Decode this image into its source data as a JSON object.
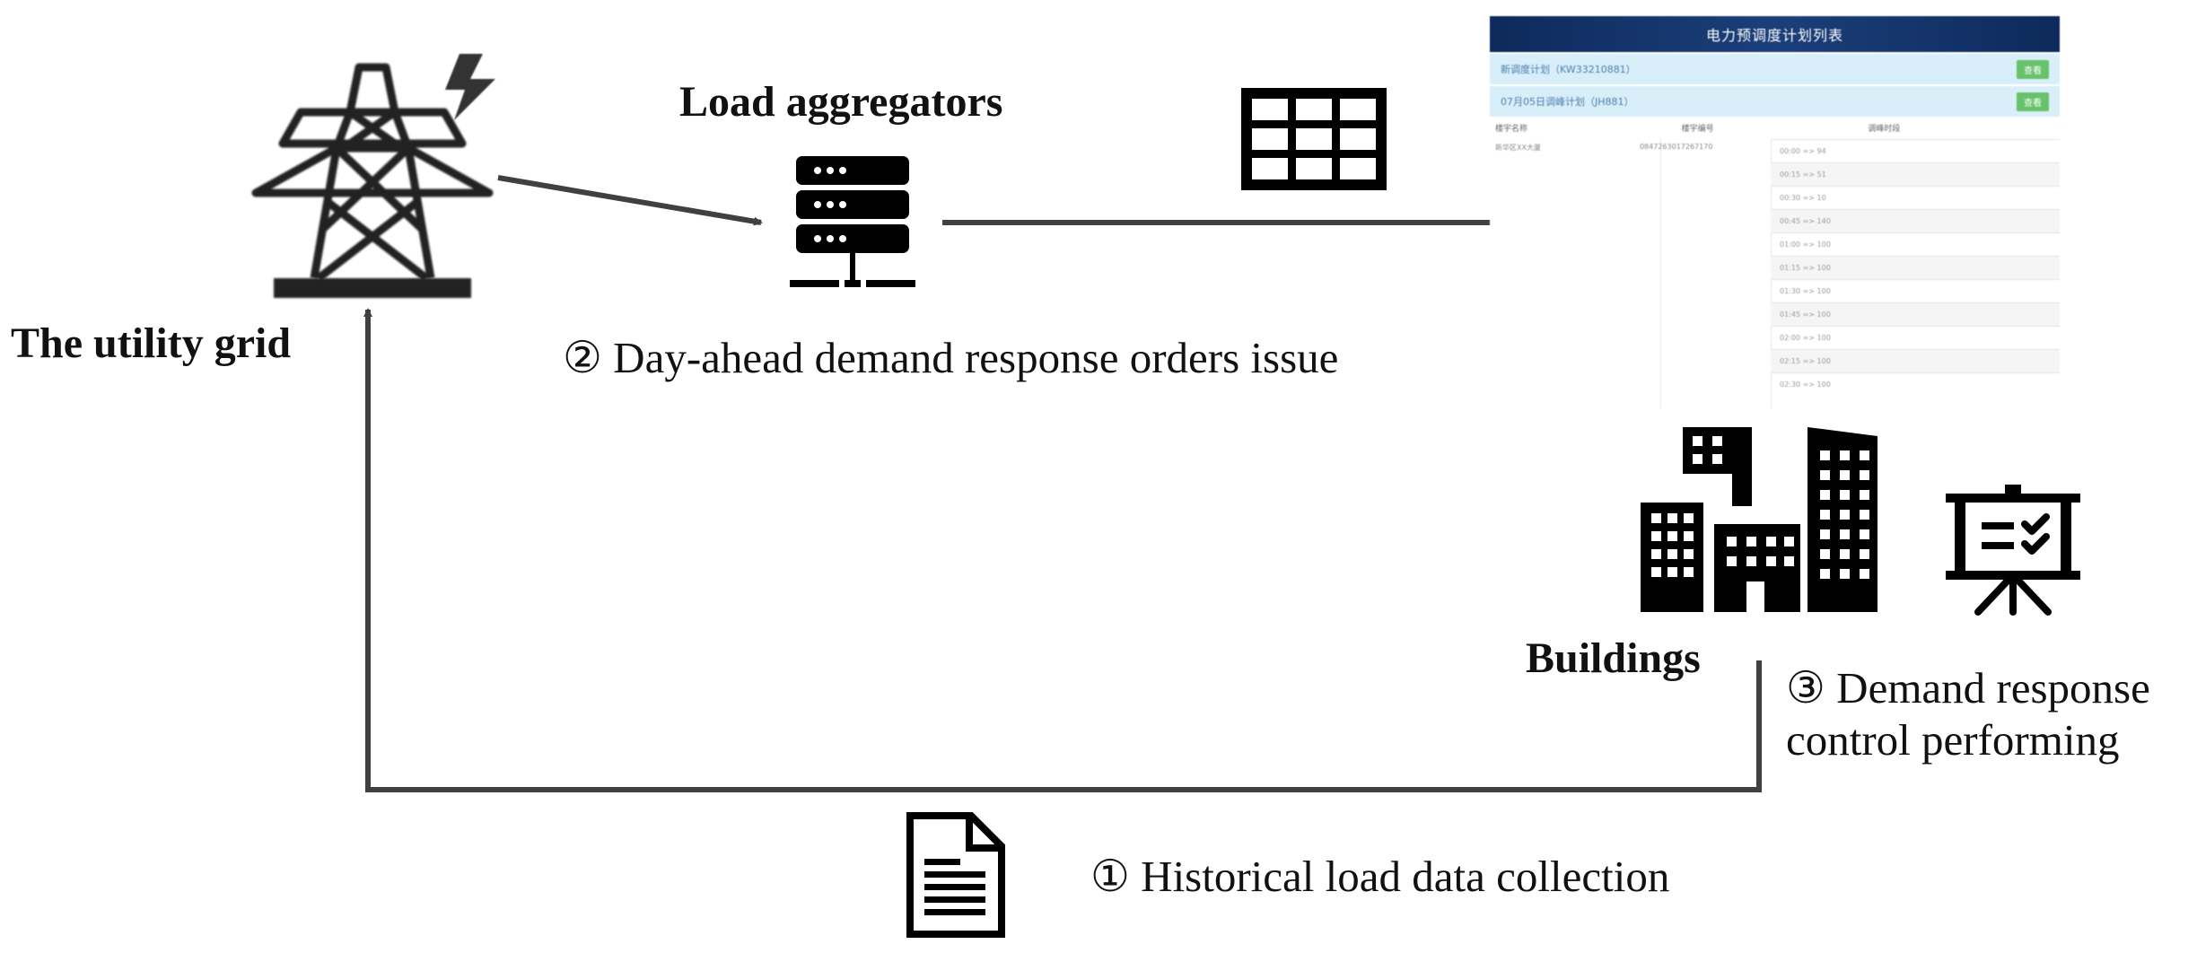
{
  "labels": {
    "grid": "The utility grid",
    "aggregators": "Load aggregators",
    "buildings": "Buildings",
    "step1": "① Historical load data collection",
    "step2": "② Day-ahead demand response orders issue",
    "step3_line1": "③ Demand response",
    "step3_line2": "control performing"
  },
  "icons": {
    "tower": "transmission-tower-icon",
    "lightning": "lightning-bolt-icon",
    "server": "server-stack-icon",
    "table": "table-grid-icon",
    "buildings": "city-buildings-icon",
    "presentation": "presentation-board-icon",
    "document": "document-icon"
  },
  "screenshot": {
    "title": "电力预调度计划列表",
    "row1_text": "新调度计划（KW33210881）",
    "row1_btn": "查看",
    "row2_text": "07月05日调峰计划（JH881）",
    "row2_btn": "查看",
    "headers": [
      "楼宇名称",
      "楼宇编号",
      "调峰时段"
    ],
    "building_name": "新华区XX大厦",
    "building_id": "0847263017267170",
    "time_slots": [
      "00:00 => 94",
      "00:15 => 51",
      "00:30 => 10",
      "00:45 => 140",
      "01:00 => 100",
      "01:15 => 100",
      "01:30 => 100",
      "01:45 => 100",
      "02:00 => 100",
      "02:15 => 100",
      "02:30 => 100"
    ]
  },
  "colors": {
    "arrow": "#404040",
    "icon": "#111111"
  }
}
